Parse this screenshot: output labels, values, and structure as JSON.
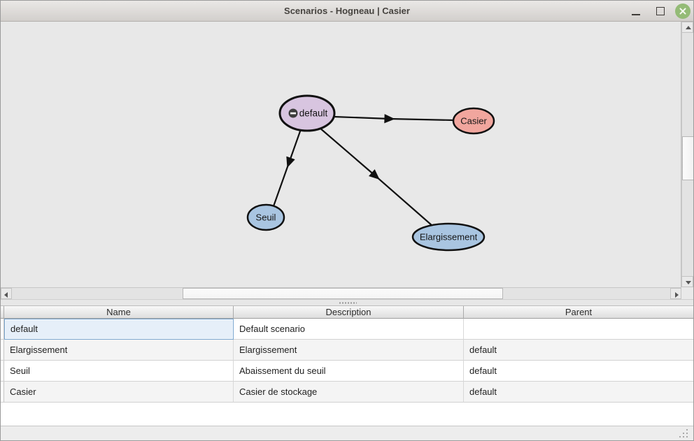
{
  "window": {
    "title": "Scenarios - Hogneau | Casier"
  },
  "graph": {
    "nodes": [
      {
        "id": "default",
        "label": "default",
        "fill": "#d8c5e0",
        "icon": "minus-circle-icon"
      },
      {
        "id": "casier",
        "label": "Casier",
        "fill": "#f1a69e"
      },
      {
        "id": "seuil",
        "label": "Seuil",
        "fill": "#a9c5e1"
      },
      {
        "id": "elargissement",
        "label": "Elargissement",
        "fill": "#a9c5e1"
      }
    ],
    "edges": [
      {
        "from": "default",
        "to": "Casier"
      },
      {
        "from": "default",
        "to": "Seuil"
      },
      {
        "from": "default",
        "to": "Elargissement"
      }
    ]
  },
  "table": {
    "columns": [
      "Name",
      "Description",
      "Parent"
    ],
    "rows": [
      {
        "name": "default",
        "description": "Default scenario",
        "parent": "",
        "selected": true
      },
      {
        "name": "Elargissement",
        "description": "Elargissement",
        "parent": "default",
        "selected": false
      },
      {
        "name": "Seuil",
        "description": "Abaissement du seuil",
        "parent": "default",
        "selected": false
      },
      {
        "name": "Casier",
        "description": "Casier de stockage",
        "parent": "default",
        "selected": false
      }
    ]
  },
  "colors": {
    "close_button": "#94bb76",
    "selection_background": "#e6eff9",
    "selection_border": "#7aa6cf",
    "node_stroke": "#111111",
    "edge": "#111111"
  }
}
